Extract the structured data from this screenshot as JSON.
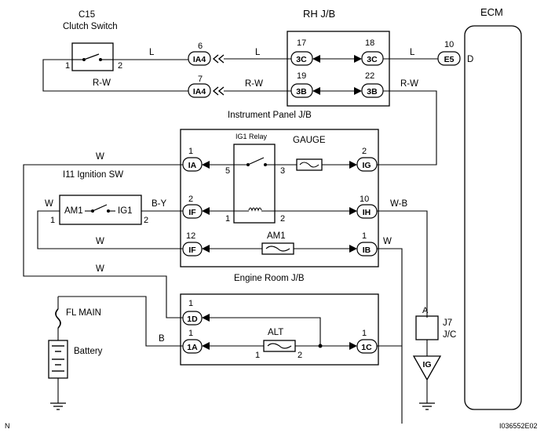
{
  "labels": {
    "c15": "C15",
    "clutch_switch": "Clutch Switch",
    "rh_jb": "RH J/B",
    "ecm": "ECM",
    "instrument_panel_jb": "Instrument Panel J/B",
    "ig1_relay": "IG1 Relay",
    "gauge": "GAUGE",
    "ignition_sw": "I11 Ignition SW",
    "am1": "AM1",
    "ig1": "IG1",
    "am1_fuse": "AM1",
    "engine_room_jb": "Engine Room J/B",
    "fl_main": "FL MAIN",
    "battery": "Battery",
    "alt": "ALT",
    "j7": "J7",
    "jc": "J/C",
    "ig": "IG",
    "ecm_d": "D",
    "corner_n": "N",
    "figure_id": "I036552E02"
  },
  "wires": {
    "l1": "L",
    "l2": "L",
    "l3": "L",
    "rw1": "R-W",
    "rw2": "R-W",
    "rw3": "R-W",
    "w_ia": "W",
    "w_am1": "W",
    "w_if12": "W",
    "w_1d": "W",
    "w_ib": "W",
    "by": "B-Y",
    "wb": "W-B",
    "b": "B"
  },
  "connectors": {
    "ia4_a": "IA4",
    "ia4_b": "IA4",
    "c3c_l": "3C",
    "c3c_r": "3C",
    "c3b_l": "3B",
    "c3b_r": "3B",
    "e5": "E5",
    "ia": "IA",
    "ig": "IG",
    "if2": "IF",
    "ih": "IH",
    "if12": "IF",
    "ib": "IB",
    "d1": "1D",
    "a1": "1A",
    "c1": "1C"
  },
  "pins": {
    "cs1": "1",
    "cs2": "2",
    "p6": "6",
    "p7": "7",
    "p17": "17",
    "p18": "18",
    "p19": "19",
    "p22": "22",
    "p10": "10",
    "ia1": "1",
    "ig2": "2",
    "if2": "2",
    "ih10": "10",
    "if12": "12",
    "ib1": "1",
    "r5": "5",
    "r3": "3",
    "r1": "1",
    "r2": "2",
    "sw1": "1",
    "sw2": "2",
    "d1": "1",
    "a1": "1",
    "c1": "1",
    "alt1": "1",
    "alt2": "2",
    "ja": "A"
  }
}
